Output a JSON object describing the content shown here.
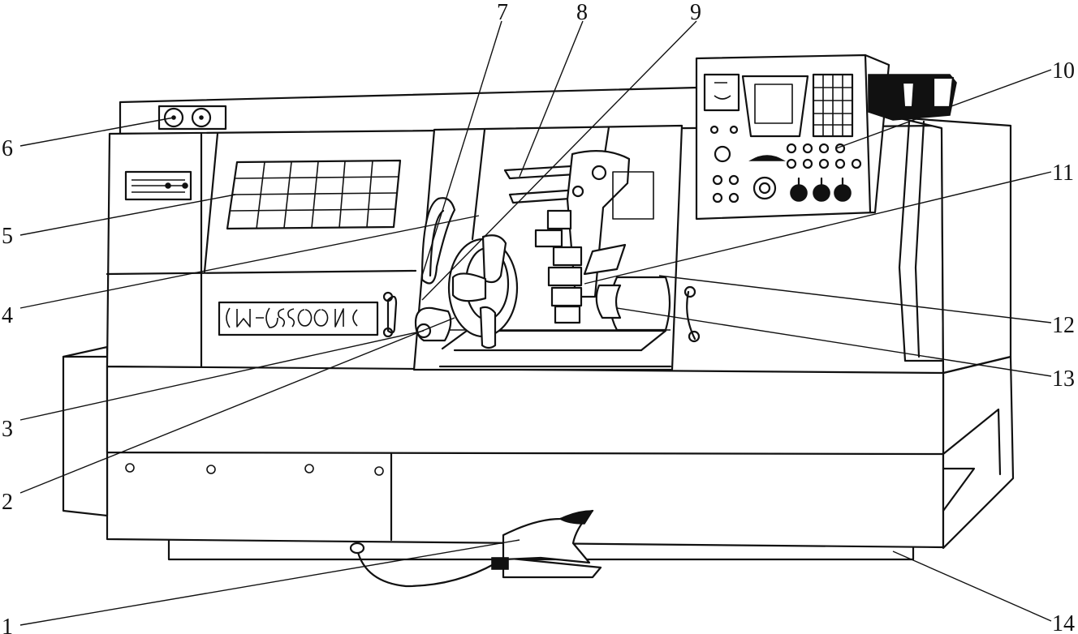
{
  "labels": [
    {
      "id": "1",
      "text": "1"
    },
    {
      "id": "2",
      "text": "2"
    },
    {
      "id": "3",
      "text": "3"
    },
    {
      "id": "4",
      "text": "4"
    },
    {
      "id": "5",
      "text": "5"
    },
    {
      "id": "6",
      "text": "6"
    },
    {
      "id": "7",
      "text": "7"
    },
    {
      "id": "8",
      "text": "8"
    },
    {
      "id": "9",
      "text": "9"
    },
    {
      "id": "10",
      "text": "10"
    },
    {
      "id": "11",
      "text": "11"
    },
    {
      "id": "12",
      "text": "12"
    },
    {
      "id": "13",
      "text": "13"
    },
    {
      "id": "14",
      "text": "14"
    }
  ],
  "colors": {
    "line": "#111111",
    "background": "#ffffff"
  }
}
